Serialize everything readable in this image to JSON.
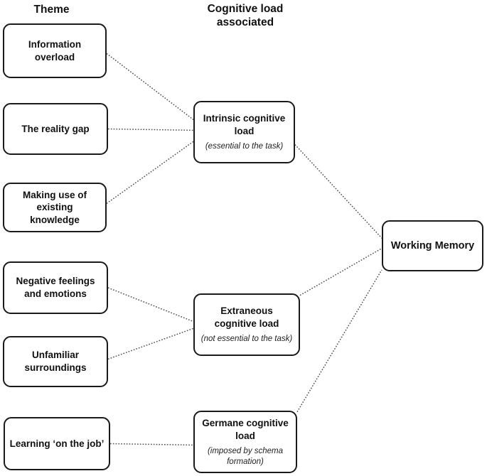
{
  "headers": {
    "theme": "Theme",
    "cognitive_load": "Cognitive load associated"
  },
  "nodes": {
    "info_overload": {
      "label": "Information overload"
    },
    "reality_gap": {
      "label": "The reality gap"
    },
    "existing_knowledge": {
      "label": "Making use of existing knowledge"
    },
    "negative_feelings": {
      "label": "Negative feelings and emotions"
    },
    "unfamiliar_surroundings": {
      "label": "Unfamiliar surroundings"
    },
    "learning_job": {
      "label": "Learning ‘on the job’"
    },
    "intrinsic": {
      "label": "Intrinsic cognitive load",
      "sublabel": "(essential to the task)"
    },
    "extraneous": {
      "label": "Extraneous cognitive load",
      "sublabel": "(not essential to the task)"
    },
    "germane": {
      "label": "Germane cognitive load",
      "sublabel": "(imposed by schema formation)"
    },
    "working_memory": {
      "label": "Working Memory"
    }
  },
  "style": {
    "line_color": "#565656",
    "border_color": "#1a1a1a",
    "background": "#ffffff"
  },
  "edges": [
    {
      "from": "info_overload",
      "fromSide": "right",
      "fromT": 0.55,
      "to": "intrinsic",
      "toSide": "left",
      "toT": 0.3
    },
    {
      "from": "reality_gap",
      "fromSide": "right",
      "fromT": 0.5,
      "to": "intrinsic",
      "toSide": "left",
      "toT": 0.47
    },
    {
      "from": "existing_knowledge",
      "fromSide": "right",
      "fromT": 0.42,
      "to": "intrinsic",
      "toSide": "left",
      "toT": 0.65
    },
    {
      "from": "negative_feelings",
      "fromSide": "right",
      "fromT": 0.5,
      "to": "extraneous",
      "toSide": "left",
      "toT": 0.45
    },
    {
      "from": "unfamiliar_surroundings",
      "fromSide": "right",
      "fromT": 0.45,
      "to": "extraneous",
      "toSide": "left",
      "toT": 0.56
    },
    {
      "from": "learning_job",
      "fromSide": "right",
      "fromT": 0.5,
      "to": "germane",
      "toSide": "left",
      "toT": 0.55
    },
    {
      "from": "intrinsic",
      "fromSide": "right",
      "fromT": 0.7,
      "to": "working_memory",
      "toSide": "left",
      "toT": 0.35
    },
    {
      "from": "extraneous",
      "fromSide": "right",
      "fromT": 0.03,
      "to": "working_memory",
      "toSide": "left",
      "toT": 0.55
    },
    {
      "from": "germane",
      "fromSide": "right",
      "fromT": 0.02,
      "to": "working_memory",
      "toSide": "left",
      "toT": 0.97
    }
  ]
}
